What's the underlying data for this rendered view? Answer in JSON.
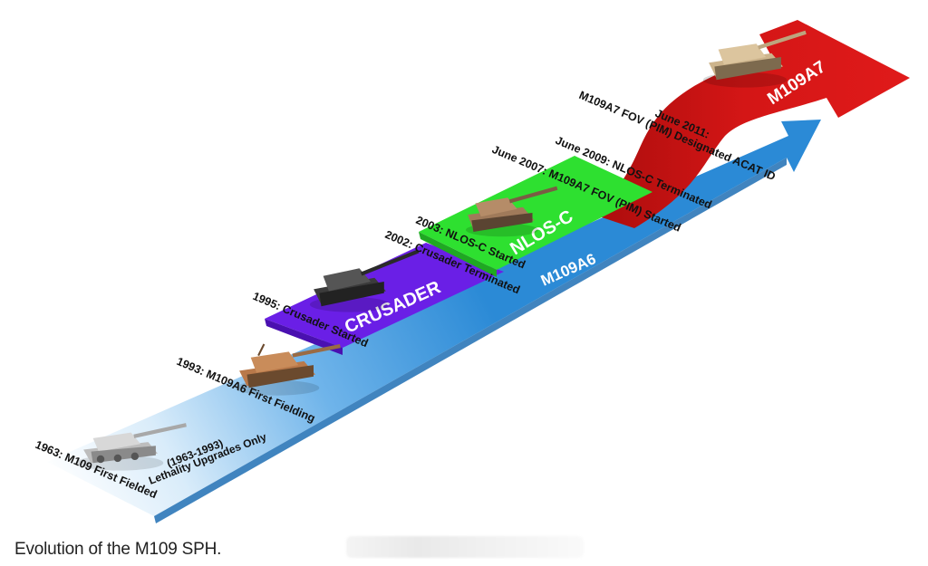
{
  "caption": "Evolution of the M109 SPH.",
  "colors": {
    "m109_band": "#2b8ad6",
    "crusader_band": "#6a1fe6",
    "nlosc_band": "#2ee030",
    "m109a7_arrow": "#cc1414",
    "label_text": "#111111",
    "band_text": "#ffffff"
  },
  "bands": {
    "crusader": "CRUSADER",
    "nlosc": "NLOS-C",
    "m109a6": "M109A6",
    "m109a7": "M109A7"
  },
  "milestones": {
    "m1963": "1963: M109 First Fielded",
    "period_years": "(1963-1993)",
    "period_note": "Lethality Upgrades Only",
    "m1993": "1993: M109A6 First Fielding",
    "m1995": "1995: Crusader Started",
    "m2002": "2002: Crusader Terminated",
    "m2003": "2003: NLOS-C Started",
    "m2007": "June 2007: M109A7 FOV (PIM) Started",
    "m2009": "June 2009: NLOS-C Terminated",
    "m2011a": "June 2011:",
    "m2011b": "M109A7 FOV (PIM) Designated ACAT ID"
  },
  "icons": {
    "vehicle_1963": "howitzer-m109-icon",
    "vehicle_1993": "howitzer-m109a6-icon",
    "vehicle_crusader": "howitzer-crusader-icon",
    "vehicle_nlosc": "howitzer-nlosc-icon",
    "vehicle_m109a7": "howitzer-m109a7-icon"
  }
}
